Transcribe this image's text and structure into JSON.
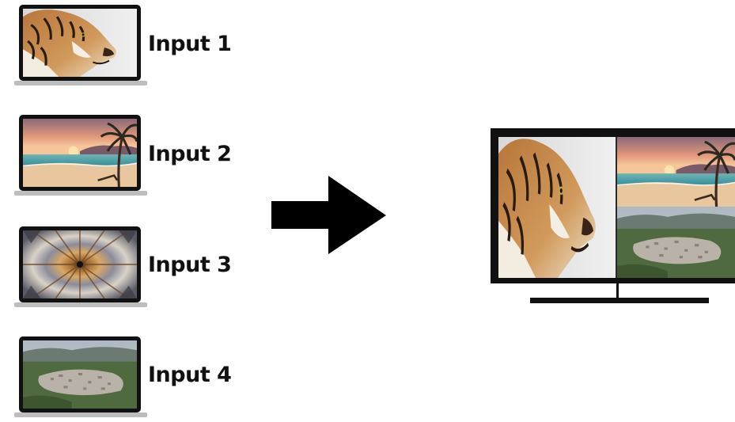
{
  "inputs": [
    {
      "label": "Input 1",
      "content": "tiger"
    },
    {
      "label": "Input 2",
      "content": "beach-sunset"
    },
    {
      "label": "Input 3",
      "content": "kaleidoscope"
    },
    {
      "label": "Input 4",
      "content": "town-landscape"
    }
  ],
  "output": {
    "left_pane": "tiger",
    "right_top_pane": "beach-sunset",
    "right_bottom_pane": "town-landscape"
  },
  "colors": {
    "device_frame": "#111111",
    "laptop_base": "#bdbdbd",
    "arrow": "#000000"
  }
}
